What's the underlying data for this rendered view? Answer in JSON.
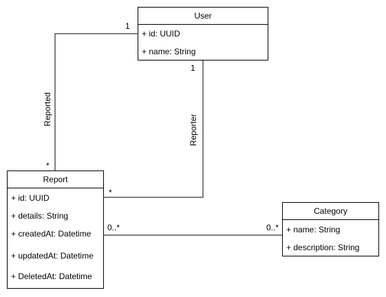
{
  "classes": {
    "user": {
      "name": "User",
      "attributes": [
        "+ id: UUID",
        "+ name: String"
      ]
    },
    "report": {
      "name": "Report",
      "attributes": [
        "+ id: UUID",
        "+ details: String",
        "+ createdAt: Datetime",
        "+ updatedAt: Datetime",
        "+ DeletedAt: Datetime"
      ]
    },
    "category": {
      "name": "Category",
      "attributes": [
        "+ name: String",
        "+ description: String"
      ]
    }
  },
  "associations": {
    "reported": {
      "label": "Reported",
      "user_multiplicity": "1",
      "report_multiplicity": "*"
    },
    "reporter": {
      "label": "Reporter",
      "user_multiplicity": "1",
      "report_multiplicity": "*"
    },
    "report_category": {
      "report_multiplicity": "0..*",
      "category_multiplicity": "0..*"
    }
  },
  "colors": {
    "line": "#000000",
    "background": "#ffffff"
  }
}
